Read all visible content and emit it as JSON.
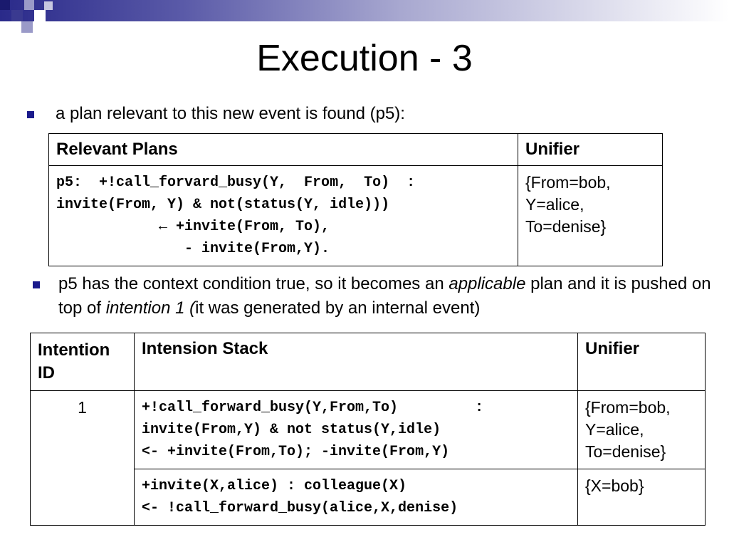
{
  "slide": {
    "title": "Execution - 3",
    "bullet1": "a plan relevant to this new event is found (p5):",
    "bullet2": {
      "part1": "p5 has the context condition true, so it becomes an ",
      "em1": "applicable",
      "part2": " plan and it is pushed on top of ",
      "em2": "intention 1 (",
      "part3": "it was generated by an internal event)"
    }
  },
  "table1": {
    "headers": [
      "Relevant Plans",
      "Unifier"
    ],
    "plan_lines": [
      "p5:  +!call_forvard_busy(Y,  From,  To)  :",
      "invite(From, Y) & not(status(Y, idle)))",
      "            ← +invite(From, To),",
      "               - invite(From,Y)."
    ],
    "unifier_lines": [
      "{From=bob,",
      "Y=alice,",
      "To=denise}"
    ]
  },
  "table2": {
    "headers": [
      "Intention ID",
      "Intension Stack",
      "Unifier"
    ],
    "intention_id": "1",
    "row1_lines": [
      "+!call_forward_busy(Y,From,To)         :",
      "invite(From,Y) & not status(Y,idle)",
      "<- +invite(From,To); -invite(From,Y)"
    ],
    "row1_unifier": [
      "{From=bob,",
      "Y=alice,",
      "To=denise}"
    ],
    "row2_lines": [
      "+invite(X,alice) : colleague(X)",
      "<- !call_forward_busy(alice,X,denise)"
    ],
    "row2_unifier": [
      "{X=bob}"
    ]
  },
  "colors": {
    "accent": "#1a1a8c",
    "band_dark": "#2a2a8a"
  }
}
